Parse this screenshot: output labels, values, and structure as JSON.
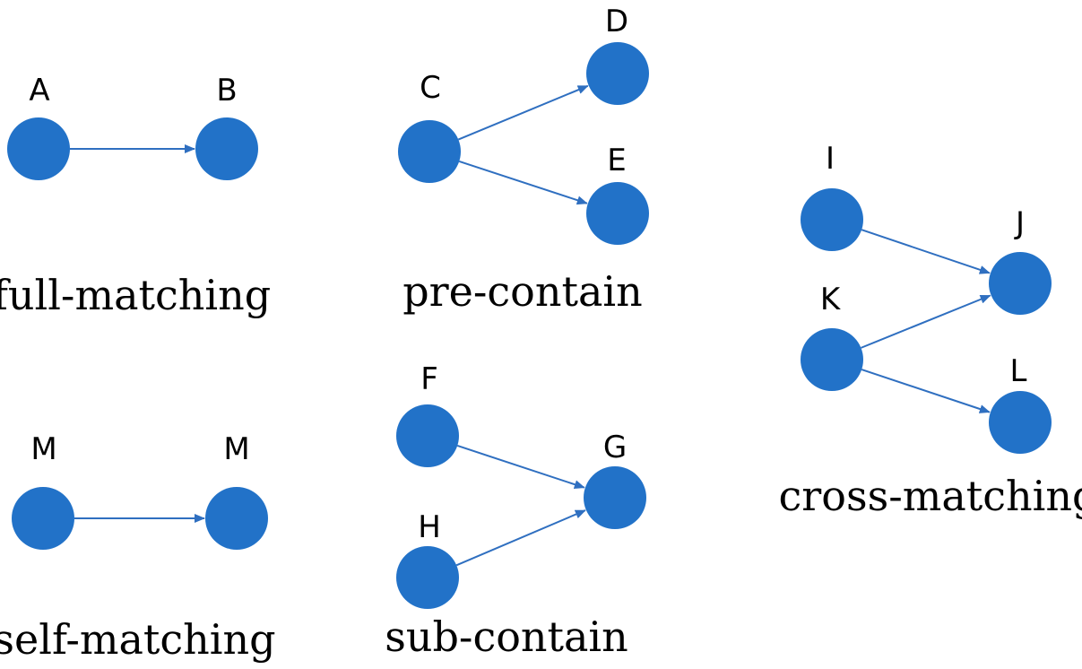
{
  "colors": {
    "node_fill": "#2272C8",
    "edge_stroke": "#2F6FC0",
    "text": "#000000"
  },
  "groups": [
    {
      "id": "full-matching",
      "caption": "full-matching",
      "nodes": [
        {
          "id": "A",
          "label": "A"
        },
        {
          "id": "B",
          "label": "B"
        }
      ],
      "edges": [
        {
          "from": "A",
          "to": "B"
        }
      ]
    },
    {
      "id": "pre-contain",
      "caption": "pre-contain",
      "nodes": [
        {
          "id": "C",
          "label": "C"
        },
        {
          "id": "D",
          "label": "D"
        },
        {
          "id": "E",
          "label": "E"
        }
      ],
      "edges": [
        {
          "from": "C",
          "to": "D"
        },
        {
          "from": "C",
          "to": "E"
        }
      ]
    },
    {
      "id": "cross-matching",
      "caption": "cross-matching",
      "nodes": [
        {
          "id": "I",
          "label": "I"
        },
        {
          "id": "J",
          "label": "J"
        },
        {
          "id": "K",
          "label": "K"
        },
        {
          "id": "L",
          "label": "L"
        }
      ],
      "edges": [
        {
          "from": "I",
          "to": "J"
        },
        {
          "from": "K",
          "to": "J"
        },
        {
          "from": "K",
          "to": "L"
        }
      ]
    },
    {
      "id": "self-matching",
      "caption": "self-matching",
      "nodes": [
        {
          "id": "M1",
          "label": "M"
        },
        {
          "id": "M2",
          "label": "M"
        }
      ],
      "edges": [
        {
          "from": "M1",
          "to": "M2"
        }
      ]
    },
    {
      "id": "sub-contain",
      "caption": "sub-contain",
      "nodes": [
        {
          "id": "F",
          "label": "F"
        },
        {
          "id": "G",
          "label": "G"
        },
        {
          "id": "H",
          "label": "H"
        }
      ],
      "edges": [
        {
          "from": "F",
          "to": "G"
        },
        {
          "from": "H",
          "to": "G"
        }
      ]
    }
  ]
}
